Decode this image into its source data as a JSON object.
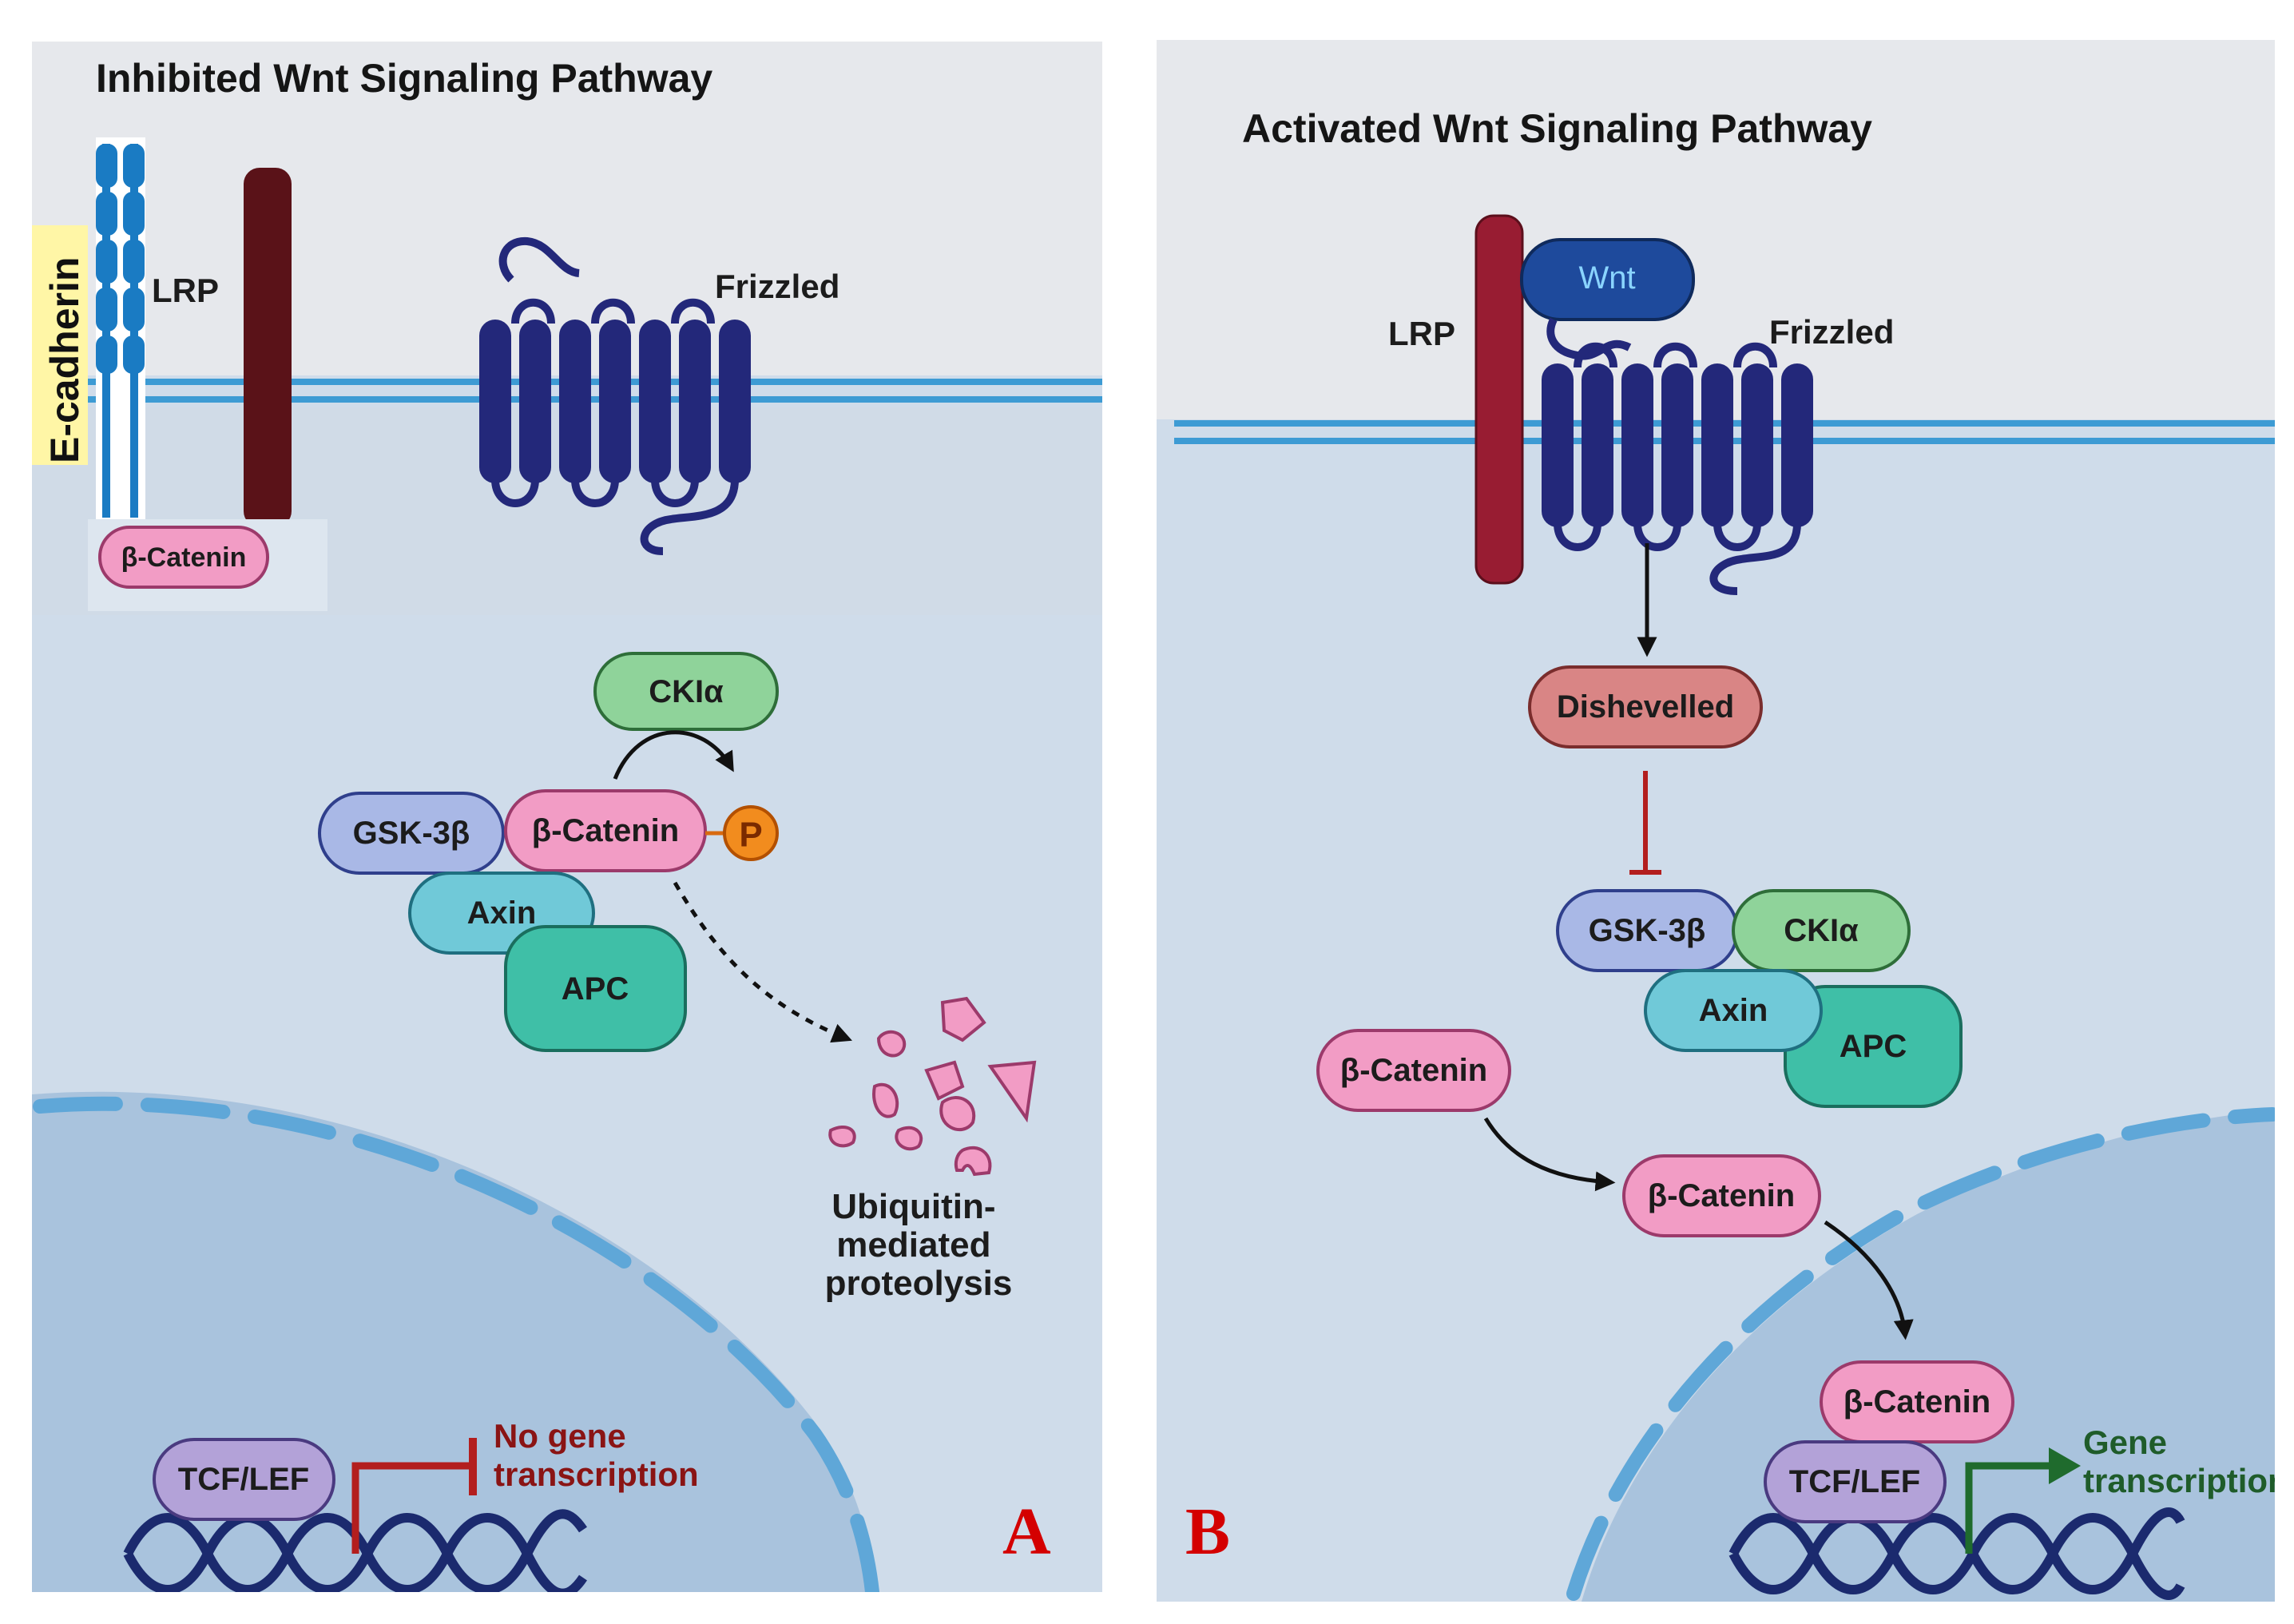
{
  "panel_a": {
    "title": "Inhibited Wnt Signaling Pathway",
    "letter": "A",
    "e_cadherin": "E-cadherin",
    "lrp": "LRP",
    "frizzled": "Frizzled",
    "membrane_catenin": "β-Catenin",
    "ck1a": "CKIα",
    "gsk3b": "GSK-3β",
    "catenin": "β-Catenin",
    "phospho": "P",
    "axin": "Axin",
    "apc": "APC",
    "proteolysis": [
      "Ubiquitin-",
      "mediated",
      "proteolysis"
    ],
    "tcf_lef": "TCF/LEF",
    "no_transcription": [
      "No gene",
      "transcription"
    ]
  },
  "panel_b": {
    "title": "Activated Wnt Signaling Pathway",
    "letter": "B",
    "wnt": "Wnt",
    "lrp": "LRP",
    "frizzled": "Frizzled",
    "dishevelled": "Dishevelled",
    "gsk3b": "GSK-3β",
    "ck1a": "CKIα",
    "axin": "Axin",
    "apc": "APC",
    "catenin_free": "β-Catenin",
    "catenin_moving": "β-Catenin",
    "catenin_nuclear": "β-Catenin",
    "tcf_lef": "TCF/LEF",
    "transcription": [
      "Gene",
      "transcription"
    ]
  },
  "colors": {
    "cytoplasm": "#cfdcea",
    "extracellular": "#e6e8ec",
    "nucleus": "#a9c3dd",
    "membrane": "#3d9bd4",
    "frizzled": "#23287a",
    "lrp_a": "#5a1218",
    "lrp_b": "#981c32",
    "catenin": "#f29cc5",
    "gsk3b": "#a9b8e6",
    "ck1a": "#8fd39a",
    "axin": "#70c9d8",
    "apc": "#3fbfa7",
    "tcf_lef": "#b3a2d8",
    "dishevelled": "#d98585",
    "wnt": "#1e4a9c",
    "phospho": "#f28c1e",
    "inhibit_red": "#b31e1e",
    "transcribe_green": "#1f6b2d",
    "letter_red": "#d40000"
  }
}
